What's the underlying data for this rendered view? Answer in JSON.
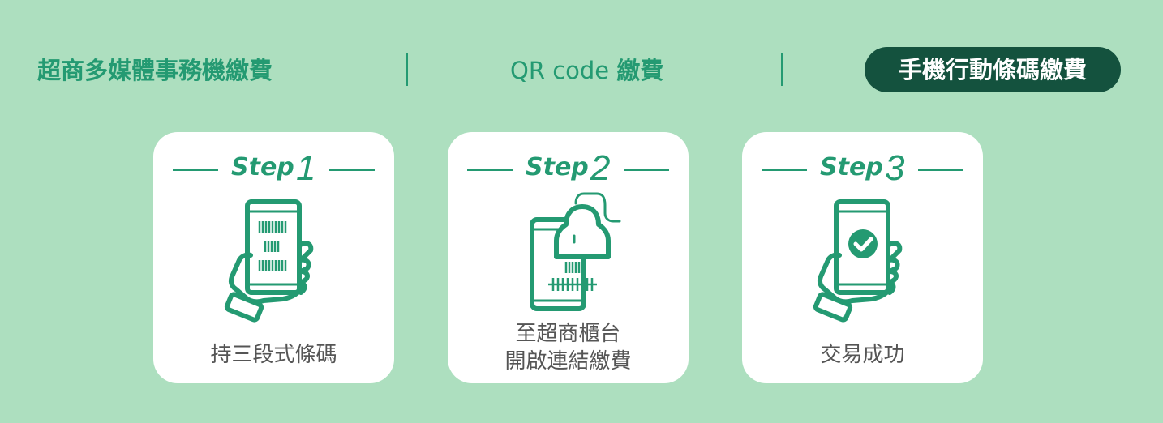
{
  "tabs": [
    {
      "label": "超商多媒體事務機繳費",
      "active": false
    },
    {
      "label_latin": "QR code ",
      "label_cjk": "繳費",
      "active": false
    },
    {
      "label": "手機行動條碼繳費",
      "active": true
    }
  ],
  "colors": {
    "background": "#addfbf",
    "accent": "#249a72",
    "active_tab": "#14523e",
    "card": "#ffffff",
    "label_text": "#555555"
  },
  "steps": [
    {
      "word": "Step",
      "number": "1",
      "icon": "hand-holding-phone-barcode-icon",
      "label_lines": [
        "持三段式條碼"
      ]
    },
    {
      "word": "Step",
      "number": "2",
      "icon": "barcode-scanner-phone-icon",
      "label_lines": [
        "至超商櫃台",
        "開啟連結繳費"
      ]
    },
    {
      "word": "Step",
      "number": "3",
      "icon": "hand-holding-phone-check-icon",
      "label_lines": [
        "交易成功"
      ]
    }
  ]
}
